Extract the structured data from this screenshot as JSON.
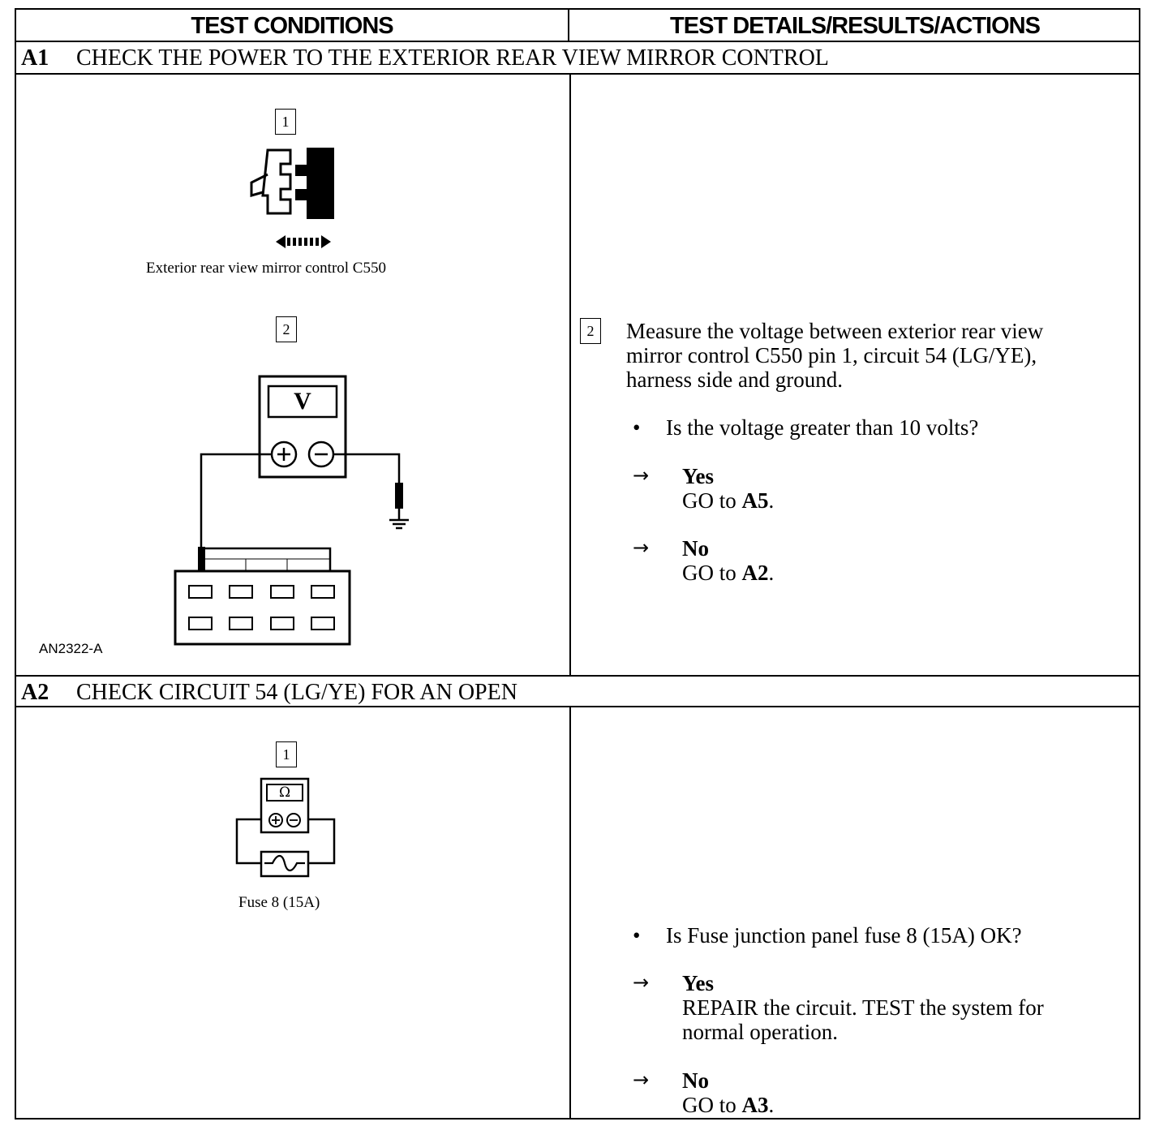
{
  "header": {
    "left": "TEST CONDITIONS",
    "right": "TEST DETAILS/RESULTS/ACTIONS"
  },
  "sections": [
    {
      "id": "A1",
      "title": "CHECK THE POWER TO THE EXTERIOR REAR VIEW MIRROR CONTROL",
      "figure_caption": "Exterior rear view mirror control C550",
      "figure_id": "AN2322-A",
      "meter_label": "V",
      "steps": [
        "1",
        "2"
      ],
      "details": {
        "step": "2",
        "line1": "Measure the voltage between exterior rear view",
        "line2": "mirror control C550 pin 1, circuit 54 (LG/YE),",
        "line3": "harness side and ground.",
        "question": "Is the voltage greater than 10 volts?",
        "yes_label": "Yes",
        "yes_action": "GO to",
        "yes_target": "A5",
        "no_label": "No",
        "no_action": "GO to",
        "no_target": "A2"
      }
    },
    {
      "id": "A2",
      "title": "CHECK CIRCUIT 54 (LG/YE) FOR AN OPEN",
      "figure_caption": "Fuse 8 (15A)",
      "meter_label": "Ω",
      "steps": [
        "1"
      ],
      "details": {
        "question": "Is Fuse junction panel fuse 8 (15A) OK?",
        "yes_label": "Yes",
        "yes_action_line1": "REPAIR the circuit. TEST the system for",
        "yes_action_line2": "normal operation.",
        "no_label": "No",
        "no_action": "GO to",
        "no_target": "A3"
      }
    }
  ],
  "glyphs": {
    "bullet": "•",
    "arrow": "→",
    "period": "."
  }
}
